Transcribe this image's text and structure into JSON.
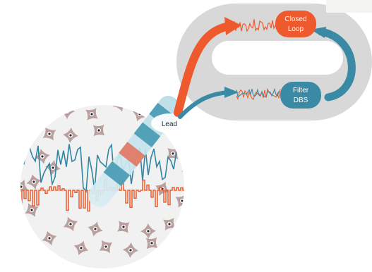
{
  "diagram": {
    "lead_label": "Lead",
    "closed_loop_label": [
      "Closed",
      "Loop"
    ],
    "filter_label": [
      "Filter",
      "DBS"
    ],
    "colors": {
      "orange": "#ee5a2d",
      "teal": "#3a8aa6",
      "track": "#d8d8d8",
      "circle_bg": "#f2f2f2",
      "neuron": "#b9a09e"
    }
  }
}
